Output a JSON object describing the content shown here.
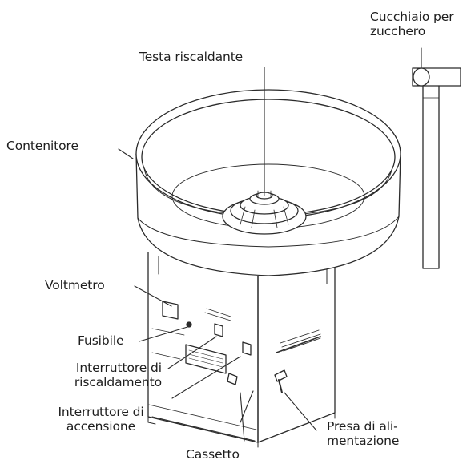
{
  "labels": {
    "sugar_spoon": "Cucchiaio per\nzucchero",
    "heating_head": "Testa riscaldante",
    "container": "Contenitore",
    "voltmeter": "Voltmetro",
    "fuse": "Fusibile",
    "heating_switch": "Interruttore di\nriscaldamento",
    "power_switch": "Interruttore di\naccensione",
    "drawer": "Cassetto",
    "power_socket": "Presa di ali-\nmentazione"
  },
  "colors": {
    "line": "#2b2b2b",
    "text": "#1e1e1e"
  }
}
